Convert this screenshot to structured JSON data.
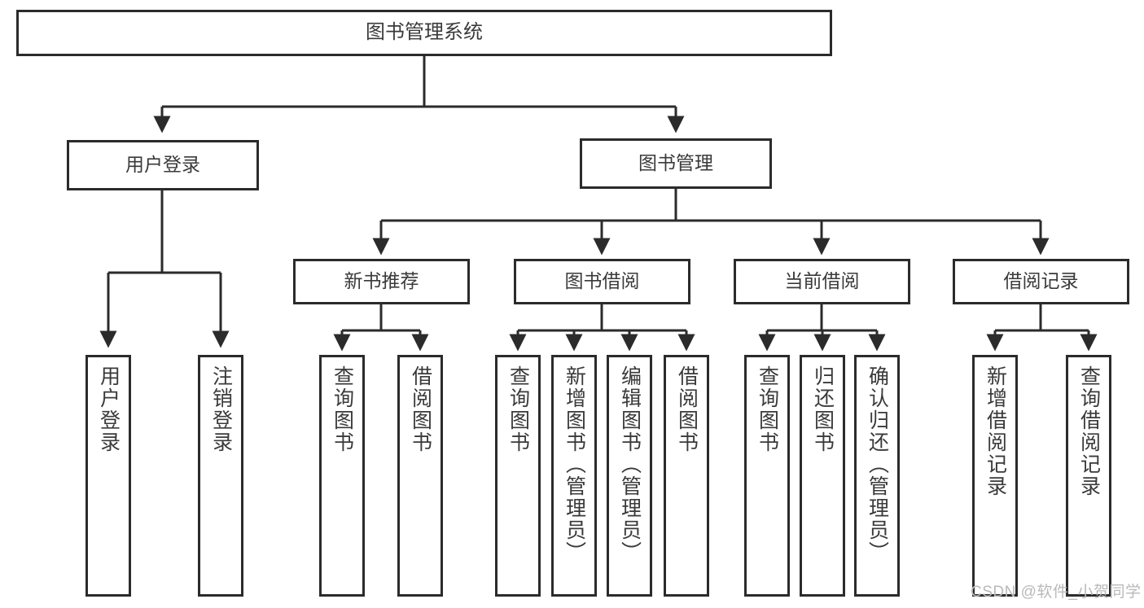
{
  "diagram": {
    "title": "图书管理系统",
    "root": {
      "label": "图书管理系统"
    },
    "level2": [
      {
        "label": "用户登录"
      },
      {
        "label": "图书管理"
      }
    ],
    "level3": [
      {
        "label": "新书推荐"
      },
      {
        "label": "图书借阅"
      },
      {
        "label": "当前借阅"
      },
      {
        "label": "借阅记录"
      }
    ],
    "leaves": {
      "user_login": [
        {
          "label": "用户登录"
        },
        {
          "label": "注销登录"
        }
      ],
      "new_book_recommend": [
        {
          "label": "查询图书"
        },
        {
          "label": "借阅图书"
        }
      ],
      "book_borrow": [
        {
          "label": "查询图书"
        },
        {
          "label": "新增图书（管理员）"
        },
        {
          "label": "编辑图书（管理员）"
        },
        {
          "label": "借阅图书"
        }
      ],
      "current_borrow": [
        {
          "label": "查询图书"
        },
        {
          "label": "归还图书"
        },
        {
          "label": "确认归还（管理员）"
        }
      ],
      "borrow_record": [
        {
          "label": "新增借阅记录"
        },
        {
          "label": "查询借阅记录"
        }
      ]
    }
  },
  "watermark": {
    "text": "CSDN @软件_小贺同学"
  },
  "colors": {
    "stroke": "#2b2b2b",
    "text": "#3a3a3a",
    "background": "#ffffff",
    "watermark": "#b9b9b9"
  }
}
